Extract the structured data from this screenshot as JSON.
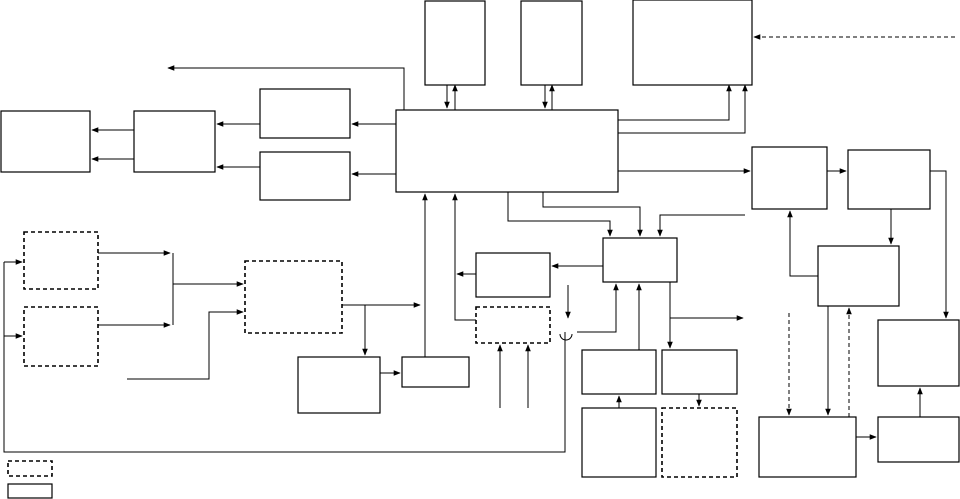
{
  "diagram": {
    "type": "block-diagram",
    "labels_visible": false,
    "line_color": "#000000",
    "background": "#ffffff",
    "box_styles": [
      "solid",
      "dashed"
    ],
    "legend": [
      {
        "style": "dashed",
        "label": ""
      },
      {
        "style": "solid",
        "label": ""
      }
    ]
  }
}
